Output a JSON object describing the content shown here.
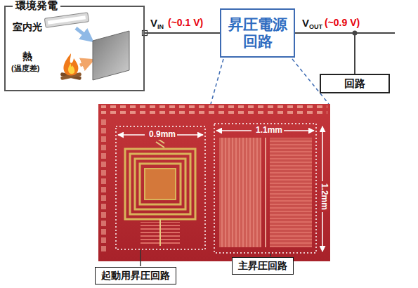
{
  "diagram": {
    "nodes": [
      {
        "text": [
          "環境発電"
        ]
      },
      {
        "text": [
          "昇圧電源 回路"
        ]
      },
      {
        "text": [
          "回路"
        ]
      },
      {
        "text": [
          "起動用昇圧回路"
        ]
      },
      {
        "text": [
          "主昇圧回路"
        ]
      }
    ],
    "edges": [
      {
        "from": 0,
        "to": 1,
        "arrow": "none"
      },
      {
        "from": 1,
        "to": 2,
        "arrow": "none"
      }
    ],
    "labels": [
      "室内光",
      "熱",
      "(温度差)",
      "V",
      "IN",
      "(~0.1 V)",
      "V",
      "OUT",
      "(~0.9 V)",
      "0.9mm",
      "1.1mm",
      "1.2mm"
    ]
  }
}
